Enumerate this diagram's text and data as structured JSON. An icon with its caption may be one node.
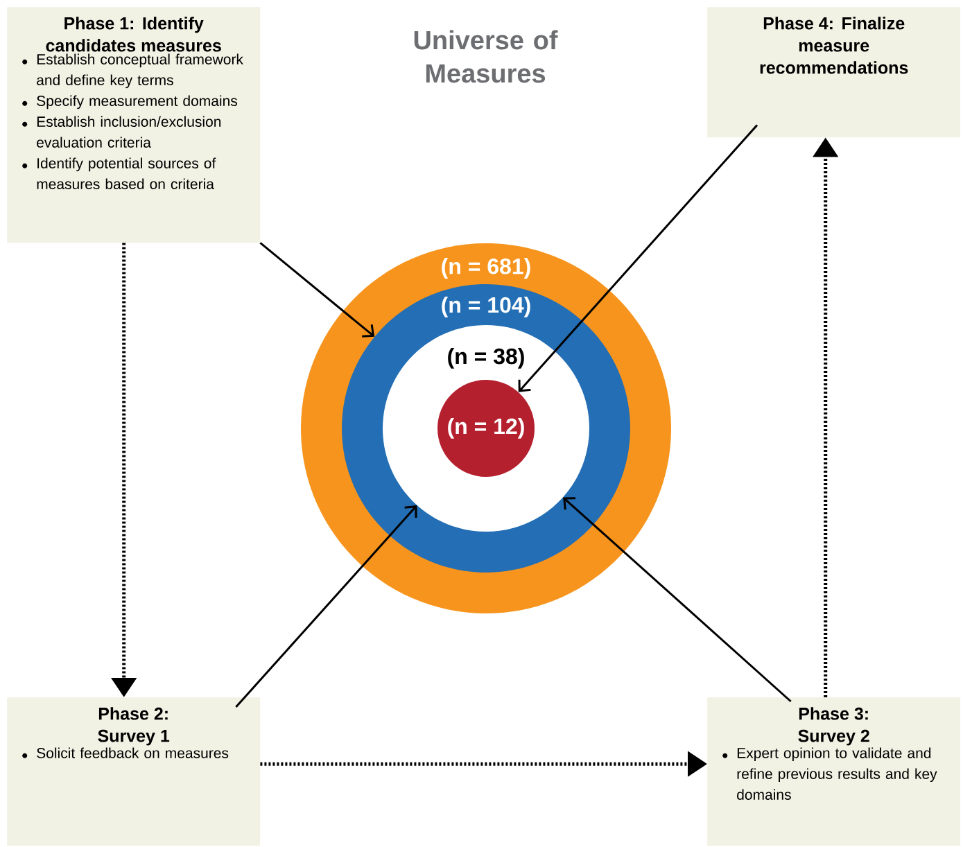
{
  "diagram": {
    "title": "Universe of Measures",
    "nodes": [
      {
        "text": [
          "Phase 1: Identify candidates measures",
          "Establish conceptual framework and define key terms",
          "Specify measurement domains",
          "Establish inclusion/exclusion evaluation criteria",
          "Identify potential sources of measures based on criteria"
        ]
      },
      {
        "text": [
          "Phase 4: Finalize measure recommendations"
        ]
      },
      {
        "text": [
          "(n = 681)"
        ]
      },
      {
        "text": [
          "(n = 104)"
        ],
        "in": 2
      },
      {
        "text": [
          "(n = 38)"
        ],
        "in": 3
      },
      {
        "text": [
          "(n = 12)"
        ],
        "in": 4
      },
      {
        "text": [
          "Phase 2: Survey 1",
          "Solicit feedback on measures"
        ]
      },
      {
        "text": [
          "Phase 3: Survey 2",
          "Expert opinion to validate and refine previous results and key domains"
        ]
      }
    ],
    "edges": [
      {
        "from": 0,
        "to": 6,
        "arrow": "to",
        "style": "dashed"
      },
      {
        "from": 0,
        "to": 3,
        "arrow": "to"
      },
      {
        "from": 6,
        "to": 4,
        "arrow": "to"
      },
      {
        "from": 6,
        "to": 7,
        "arrow": "to",
        "style": "dashed"
      },
      {
        "from": 7,
        "to": 4,
        "arrow": "to"
      },
      {
        "from": 7,
        "to": 1,
        "arrow": "to",
        "style": "dashed"
      },
      {
        "from": 1,
        "to": 5,
        "arrow": "to"
      }
    ]
  }
}
